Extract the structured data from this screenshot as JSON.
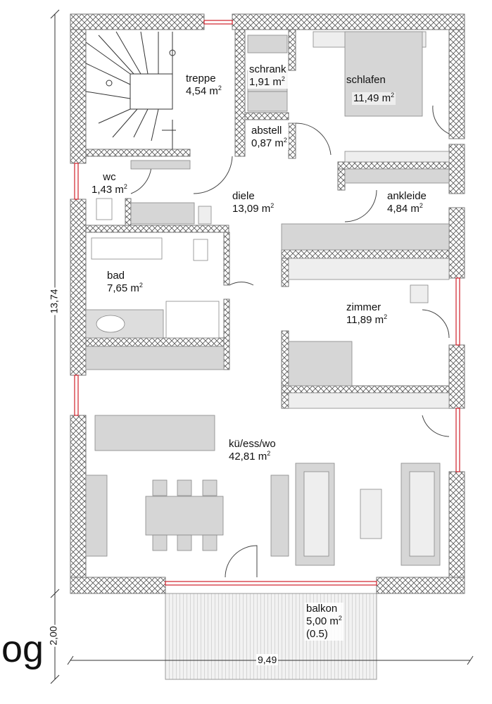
{
  "plan": {
    "floor_label": "og",
    "area_unit": "m",
    "area_exp": "2",
    "rooms": [
      {
        "name": "treppe",
        "area": "4,54"
      },
      {
        "name": "schrank",
        "area": "1,91"
      },
      {
        "name": "schlafen",
        "area": "11,49"
      },
      {
        "name": "abstell",
        "area": "0,87"
      },
      {
        "name": "wc",
        "area": "1,43"
      },
      {
        "name": "diele",
        "area": "13,09"
      },
      {
        "name": "ankleide",
        "area": "4,84"
      },
      {
        "name": "bad",
        "area": "7,65"
      },
      {
        "name": "zimmer",
        "area": "11,89"
      },
      {
        "name": "kü/ess/wo",
        "area": "42,81"
      },
      {
        "name": "balkon",
        "area": "5,00",
        "note": "(0.5)"
      }
    ],
    "dimensions": {
      "height": "13,74",
      "balcony_depth": "2,00",
      "width": "9,49"
    },
    "colors": {
      "wall_stroke": "#777777",
      "window": "#d0202a",
      "furniture": "#d6d6d6"
    }
  }
}
